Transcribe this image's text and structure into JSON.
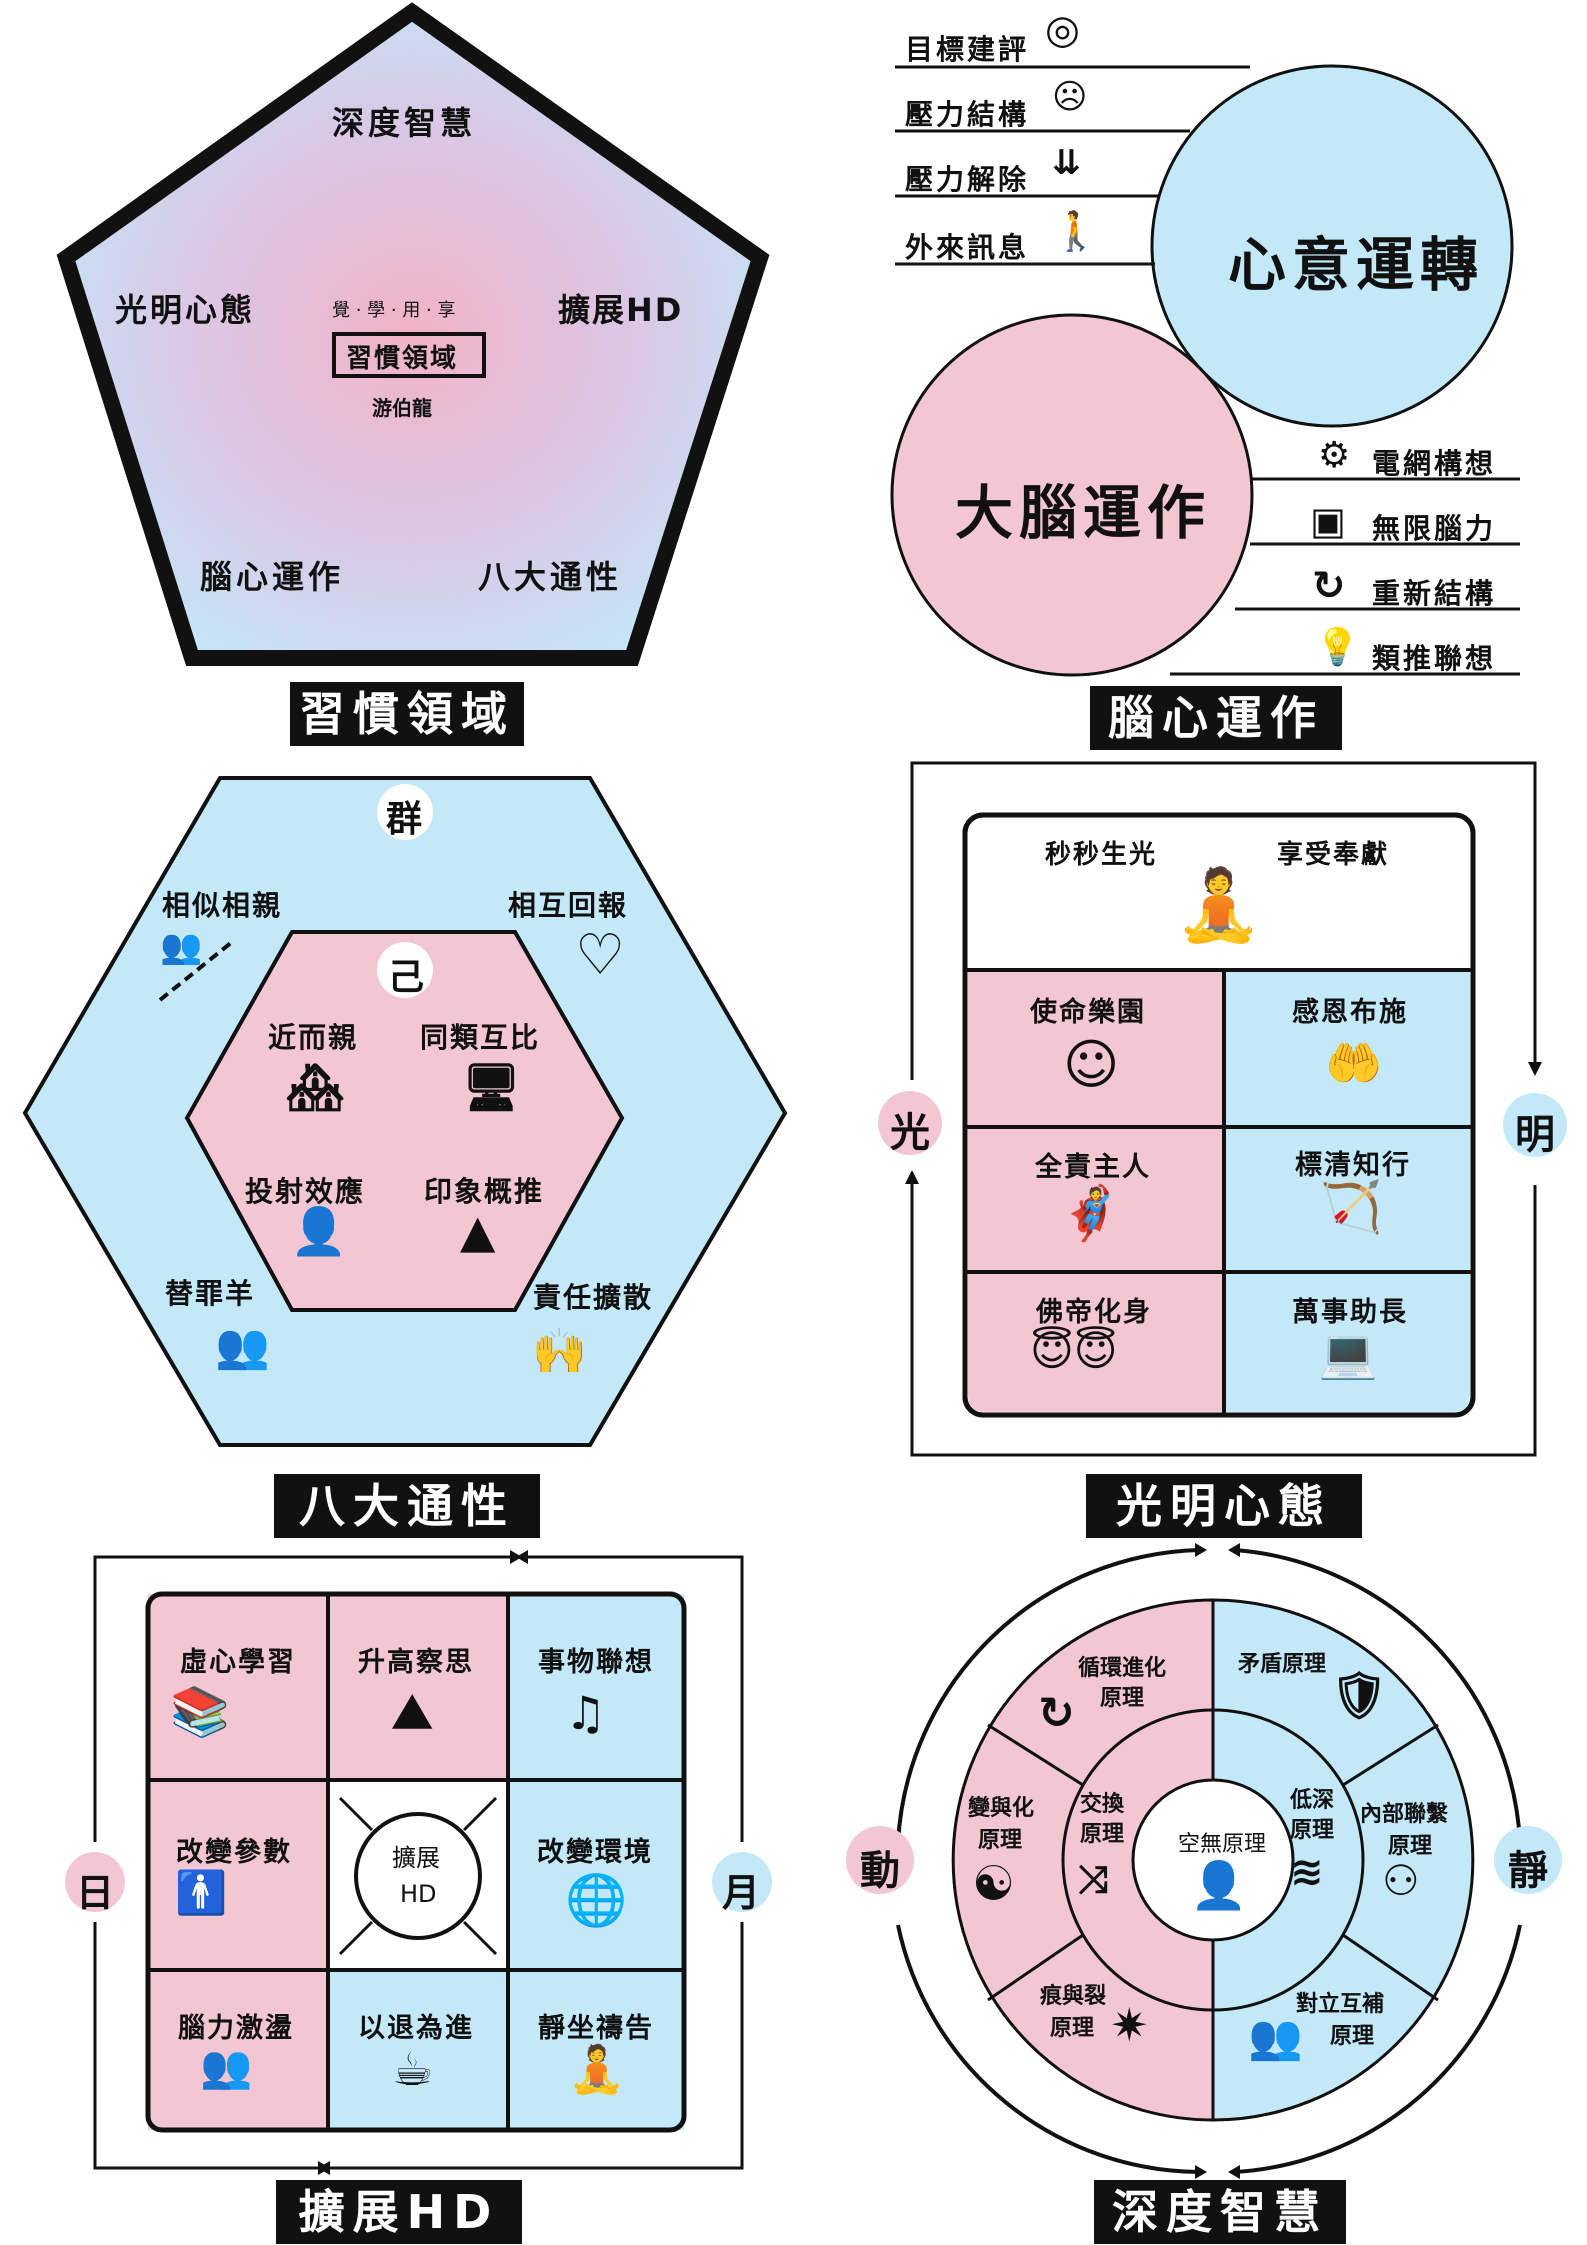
{
  "panel_habit": {
    "caption": "習慣領域",
    "top": "深度智慧",
    "left": "光明心態",
    "right": "擴展HD",
    "bottom_left": "腦心運作",
    "bottom_right": "八大通性",
    "center_small": "覺 · 學 · 用 · 享",
    "center_box": "習慣領域",
    "author": "游伯龍"
  },
  "panel_brain": {
    "caption": "腦心運作",
    "mind_circle": "心意運轉",
    "brain_circle": "大腦運作",
    "mind_items": [
      "目標建評",
      "壓力結構",
      "壓力解除",
      "外來訊息"
    ],
    "brain_items": [
      "電網構想",
      "無限腦力",
      "重新結構",
      "類推聯想"
    ]
  },
  "panel_traits": {
    "caption": "八大通性",
    "group_label": "群",
    "self_label": "己",
    "outer": [
      "相似相親",
      "相互回報",
      "替罪羊",
      "責任擴散"
    ],
    "inner": [
      "近而親",
      "同類互比",
      "投射效應",
      "印象概推"
    ]
  },
  "panel_bright": {
    "caption": "光明心態",
    "left_label": "光",
    "right_label": "明",
    "top_items": [
      "秒秒生光",
      "享受奉獻"
    ],
    "grid": [
      "使命樂園",
      "感恩布施",
      "全責主人",
      "標清知行",
      "佛帝化身",
      "萬事助長"
    ]
  },
  "panel_expand": {
    "caption": "擴展HD",
    "left_label": "日",
    "right_label": "月",
    "cells": [
      "虛心學習",
      "升高察思",
      "事物聯想",
      "改變參數",
      "擴展",
      "改變環境",
      "腦力激盪",
      "以退為進",
      "靜坐禱告"
    ],
    "center_hd": "HD"
  },
  "panel_wisdom": {
    "caption": "深度智慧",
    "left_label": "動",
    "right_label": "靜",
    "center": "空無原理",
    "outer_left": [
      "循環進化",
      "變與化",
      "痕與裂"
    ],
    "inner_left": "交換",
    "outer_right": [
      "矛盾原理",
      "內部聯繫",
      "對立互補"
    ],
    "inner_right": "低深",
    "principle": "原理"
  },
  "colors": {
    "pink": "#f2c6d2",
    "blue": "#c3e8f8",
    "black": "#111111"
  }
}
